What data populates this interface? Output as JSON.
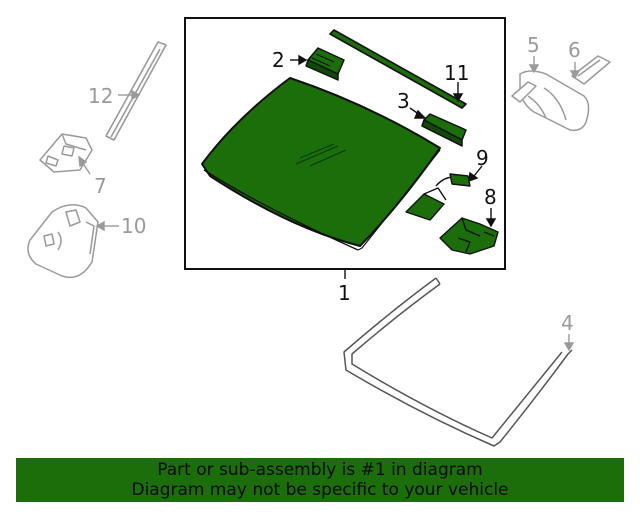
{
  "callouts": {
    "c1": "1",
    "c2": "2",
    "c3": "3",
    "c4": "4",
    "c5": "5",
    "c6": "6",
    "c7": "7",
    "c8": "8",
    "c9": "9",
    "c10": "10",
    "c11": "11",
    "c12": "12"
  },
  "banner": {
    "line1": "Part or sub-assembly is #1 in diagram",
    "line2": "Diagram may not be specific to your vehicle"
  },
  "colors": {
    "highlight_green": "#1b6e0a",
    "part_gray": "#9a9a9a"
  }
}
